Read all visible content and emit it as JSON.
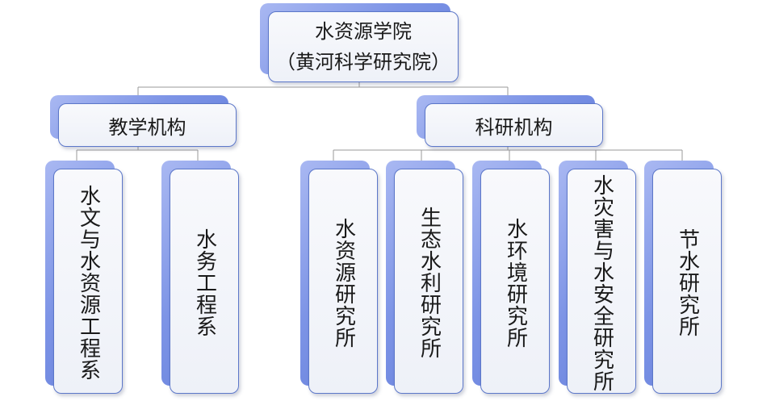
{
  "root": {
    "title": "水资源学院",
    "subtitle": "（黄河科学研究院）"
  },
  "branches": [
    {
      "label": "教学机构",
      "children": [
        "水文与水资源工程系",
        "水务工程系"
      ]
    },
    {
      "label": "科研机构",
      "children": [
        "水资源研究所",
        "生态水利研究所",
        "水环境研究所",
        "水灾害与水安全研究所",
        "节水研究所"
      ]
    }
  ],
  "colors": {
    "back": "#7d94e6",
    "border": "#5c77c9",
    "line": "#9a9a9a"
  }
}
